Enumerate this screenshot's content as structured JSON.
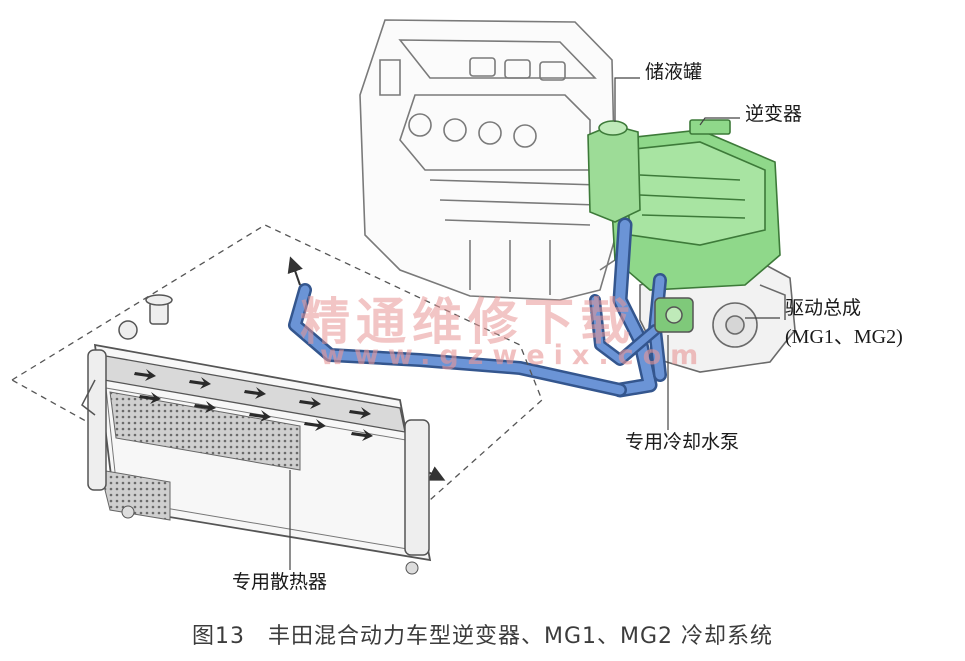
{
  "labels": {
    "reservoir": "储液罐",
    "inverter": "逆变器",
    "drive_assembly_line1": "驱动总成",
    "drive_assembly_line2": "(MG1、MG2)",
    "pump": "专用冷却水泵",
    "radiator": "专用散热器"
  },
  "caption": "图13　丰田混合动力车型逆变器、MG1、MG2 冷却系统",
  "watermark": {
    "text": "精通维修下载",
    "url": "www.gzweix.com"
  },
  "colors": {
    "inverter_fill": "#8fd88a",
    "coolant_pipe": "#5b86c9",
    "line": "#555555",
    "watermark": "#e89696"
  }
}
